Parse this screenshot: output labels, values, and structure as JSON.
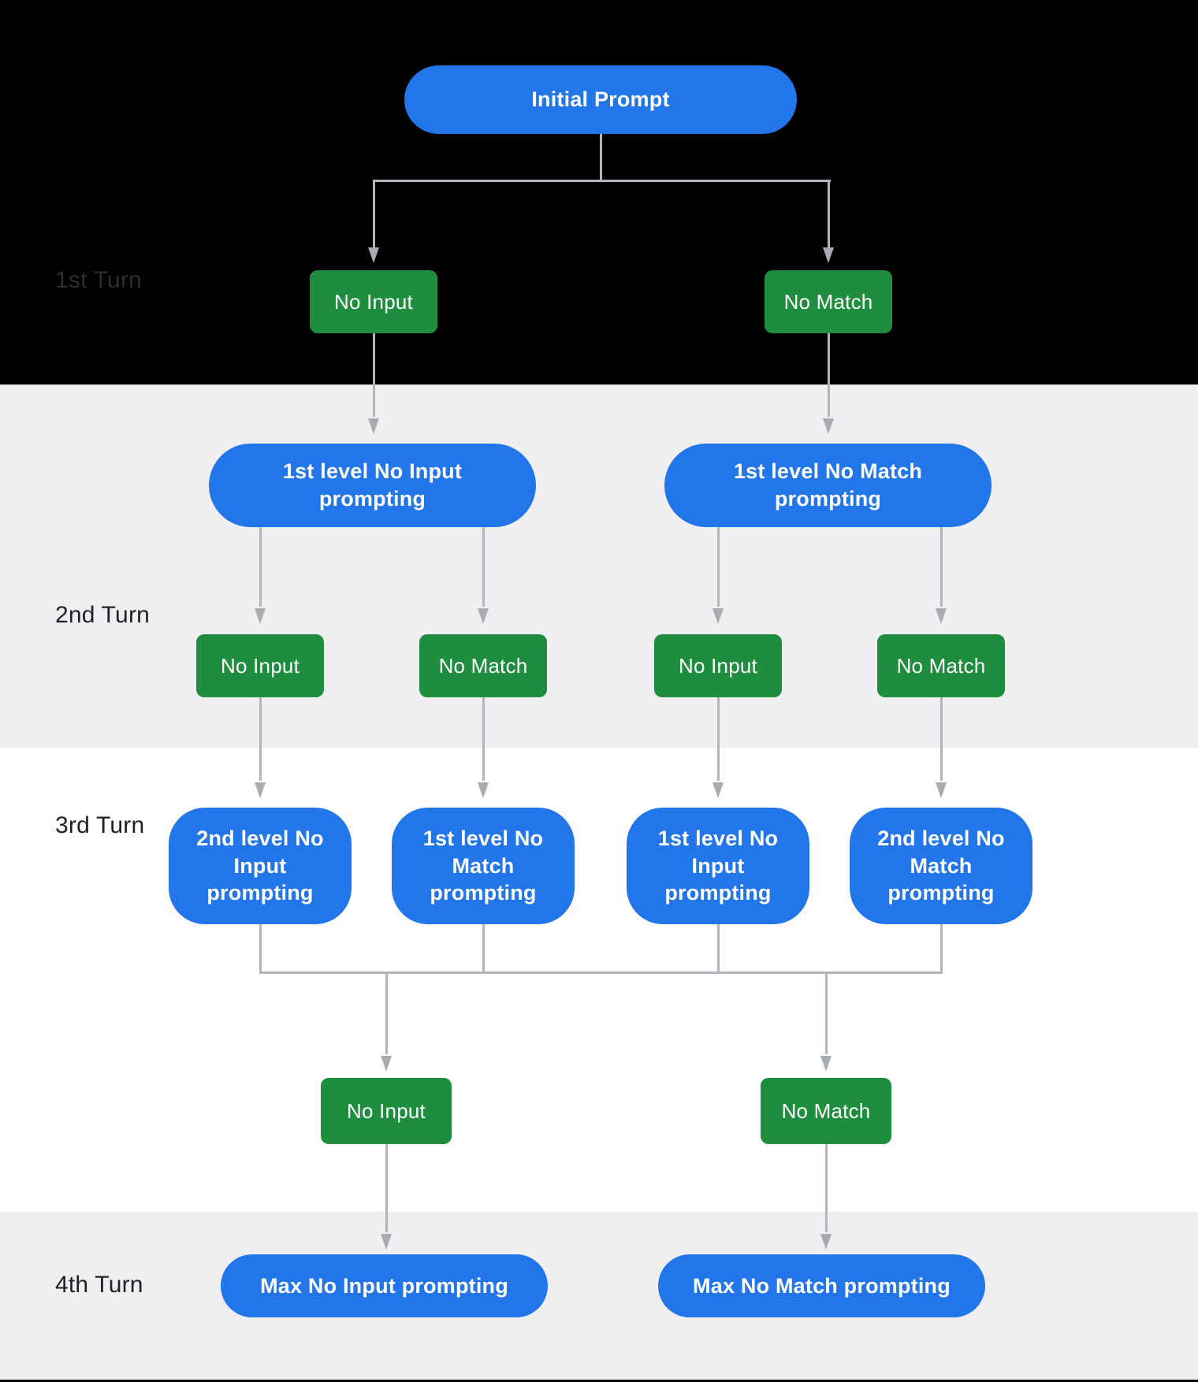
{
  "diagram": {
    "turns": [
      {
        "label": "1st Turn"
      },
      {
        "label": "2nd Turn"
      },
      {
        "label": "3rd Turn"
      },
      {
        "label": "4th Turn"
      }
    ],
    "nodes": {
      "initial_prompt": "Initial Prompt",
      "turn1_no_input": "No Input",
      "turn1_no_match": "No Match",
      "level1_no_input_prompting": "1st level No Input prompting",
      "level1_no_match_prompting": "1st level No Match prompting",
      "turn2_no_input_left": "No Input",
      "turn2_no_match_left": "No Match",
      "turn2_no_input_right": "No Input",
      "turn2_no_match_right": "No Match",
      "turn3_level2_no_input_prompting": "2nd level No Input prompting",
      "turn3_level1_no_match_prompting": "1st level No Match prompting",
      "turn3_level1_no_input_prompting": "1st level No Input prompting",
      "turn3_level2_no_match_prompting": "2nd level No Match prompting",
      "turn4_no_input": "No Input",
      "turn4_no_match": "No Match",
      "max_no_input_prompting": "Max No Input prompting",
      "max_no_match_prompting": "Max No Match prompting"
    },
    "colors": {
      "prompt_blue": "#2276e9",
      "event_green": "#1e8e3e",
      "connector_gray": "#b2b6bc",
      "arrow_gray": "#a7acb3",
      "band_black": "#000000",
      "band_gray": "#efeff1",
      "band_white": "#ffffff"
    }
  }
}
